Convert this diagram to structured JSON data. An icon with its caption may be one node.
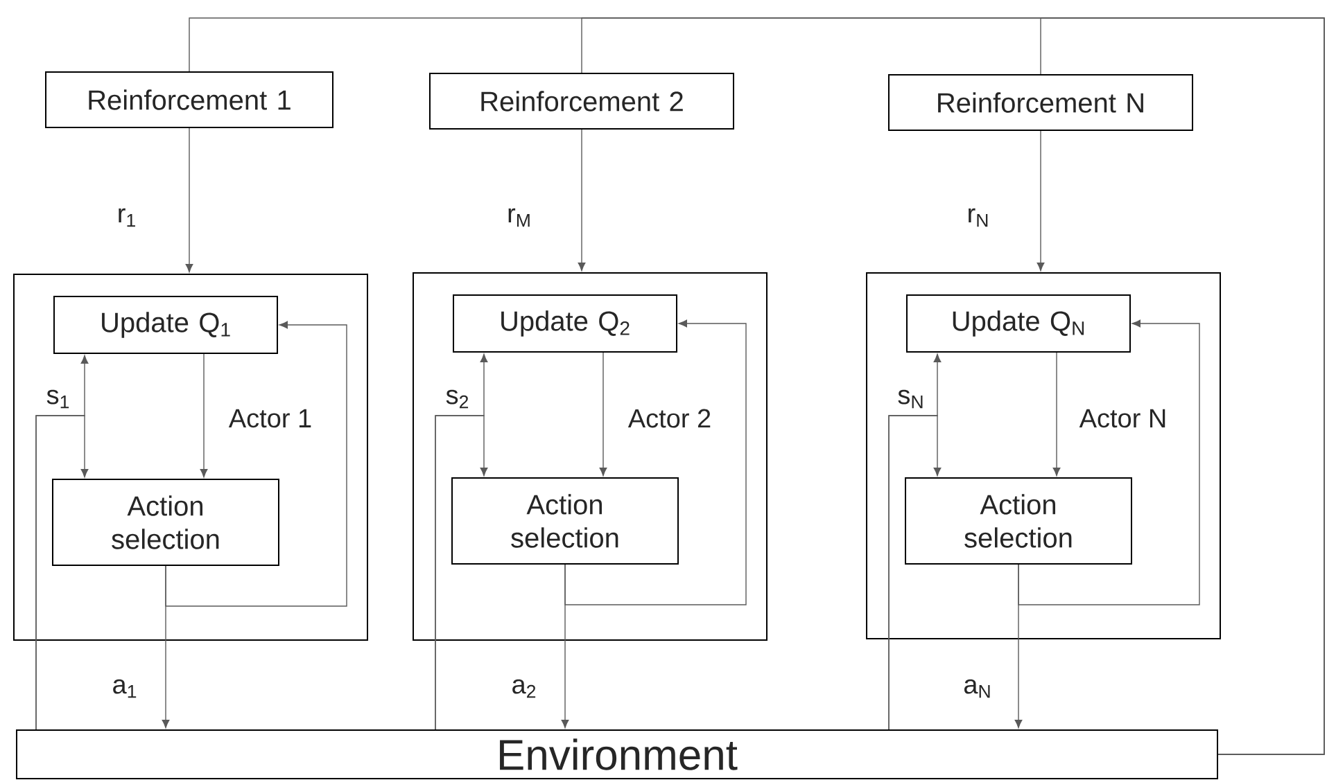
{
  "diagram": {
    "nodes": [
      {
        "text": [
          "Reinforcement 1"
        ]
      },
      {
        "text": [
          "Reinforcement 2"
        ]
      },
      {
        "text": [
          "Reinforcement N"
        ]
      },
      {
        "text": [],
        "shape": "box"
      },
      {
        "text": [
          "Update Q$_{1}$"
        ],
        "in": 3
      },
      {
        "text": [
          "Action selection"
        ],
        "in": 3
      },
      {
        "text": [],
        "shape": "box"
      },
      {
        "text": [
          "Update Q$_{2}$"
        ],
        "in": 6
      },
      {
        "text": [
          "Action selection"
        ],
        "in": 6
      },
      {
        "text": [],
        "shape": "box"
      },
      {
        "text": [
          "Update Q$_{N}$"
        ],
        "in": 9
      },
      {
        "text": [
          "Action selection"
        ],
        "in": 9
      },
      {
        "text": [
          "Environment"
        ]
      }
    ],
    "edges": [
      {
        "from": 12,
        "to": 0,
        "arrow": "none"
      },
      {
        "from": 12,
        "to": 1,
        "arrow": "none"
      },
      {
        "from": 12,
        "to": 2,
        "arrow": "none"
      },
      {
        "from": 0,
        "to": 3,
        "arrow": "to",
        "label": "r$_{1}$"
      },
      {
        "from": 4,
        "to": 5,
        "arrow": "to",
        "label": "Actor 1"
      },
      {
        "from": 12,
        "to": 4,
        "arrow": "to",
        "label": "s$_{1}$"
      },
      {
        "from": 12,
        "to": 5,
        "arrow": "to"
      },
      {
        "from": 5,
        "to": 12,
        "arrow": "to",
        "label": "a$_{1}$"
      },
      {
        "from": 5,
        "to": 4,
        "arrow": "to"
      },
      {
        "from": 1,
        "to": 6,
        "arrow": "to",
        "label": "r$_{M}$"
      },
      {
        "from": 7,
        "to": 8,
        "arrow": "to",
        "label": "Actor 2"
      },
      {
        "from": 12,
        "to": 7,
        "arrow": "to",
        "label": "s$_{2}$"
      },
      {
        "from": 12,
        "to": 8,
        "arrow": "to"
      },
      {
        "from": 8,
        "to": 12,
        "arrow": "to",
        "label": "a$_{2}$"
      },
      {
        "from": 8,
        "to": 7,
        "arrow": "to"
      },
      {
        "from": 2,
        "to": 9,
        "arrow": "to",
        "label": "r$_{N}$"
      },
      {
        "from": 10,
        "to": 11,
        "arrow": "to",
        "label": "Actor N"
      },
      {
        "from": 12,
        "to": 10,
        "arrow": "to",
        "label": "s$_{N}$"
      },
      {
        "from": 12,
        "to": 11,
        "arrow": "to"
      },
      {
        "from": 11,
        "to": 12,
        "arrow": "to",
        "label": "a$_{N}$"
      },
      {
        "from": 11,
        "to": 10,
        "arrow": "to"
      }
    ]
  }
}
